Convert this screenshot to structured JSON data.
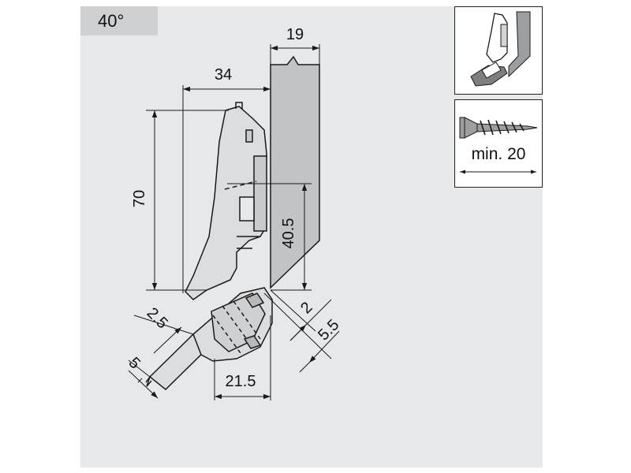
{
  "angle_label": "40°",
  "dimensions": {
    "top_width": "19",
    "arm_width": "34",
    "height": "70",
    "inner_height": "40.5",
    "offset_a": "2.5",
    "offset_b": "5",
    "distance_a": "2",
    "distance_b": "5.5",
    "bottom_width": "21.5"
  },
  "screw": {
    "label": "min. 20"
  },
  "colors": {
    "background": "#e7e8e9",
    "panel": "#c2c3c5",
    "tag": "#cfd0d2",
    "hinge": "#dcdddf",
    "line": "#1a1a1a"
  }
}
